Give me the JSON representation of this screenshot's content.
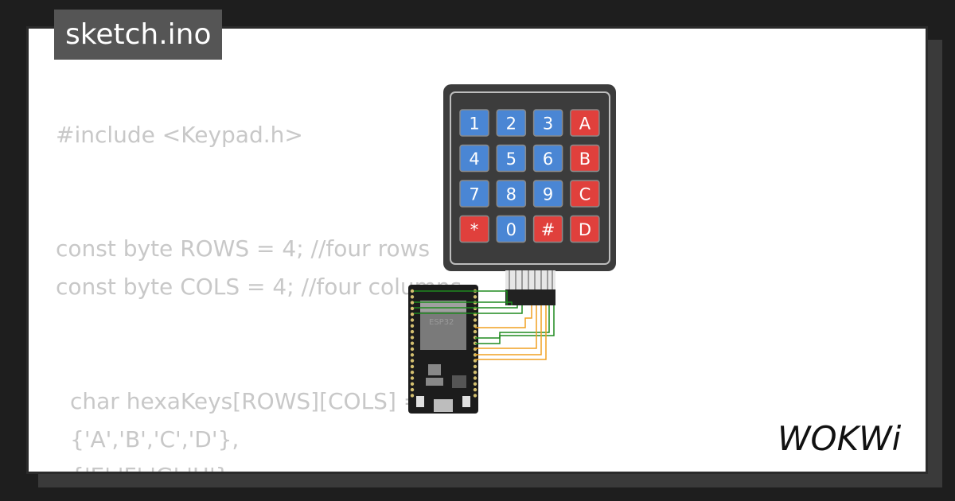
{
  "file": {
    "name": "sketch.ino"
  },
  "code_lines": [
    "#include <Keypad.h>",
    "const byte ROWS = 4; //four rows",
    "const byte COLS = 4; //four columns",
    "char hexaKeys[ROWS][COLS] = {",
    "{'A','B','C','D'},",
    "{'E','F','G','H'},"
  ],
  "keypad": {
    "keys": [
      [
        "1",
        "2",
        "3",
        "A"
      ],
      [
        "4",
        "5",
        "6",
        "B"
      ],
      [
        "7",
        "8",
        "9",
        "C"
      ],
      [
        "*",
        "0",
        "#",
        "D"
      ]
    ],
    "colors": {
      "body": "#3c3c3c",
      "blue": "#4a86d4",
      "red": "#e0403c",
      "key_border": "#8a8a8a"
    }
  },
  "board": {
    "label": "ESP32",
    "color": "#1c1c1c"
  },
  "wires": {
    "colors": {
      "green": "#1f8a1f",
      "orange": "#f0a020"
    }
  },
  "brand": {
    "logo": "WOKWi"
  },
  "colors": {
    "background": "#1e1e1e",
    "card": "#ffffff",
    "filename_bg": "#555555",
    "code_text": "#c8c8c8"
  }
}
